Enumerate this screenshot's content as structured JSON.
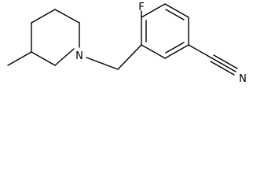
{
  "molecule": {
    "atoms": {
      "fluorine": "F",
      "nitrogen": "N",
      "nitrile_nitrogen": "N"
    }
  },
  "colors": {
    "background": "#ffffff",
    "stroke": "#000000"
  }
}
